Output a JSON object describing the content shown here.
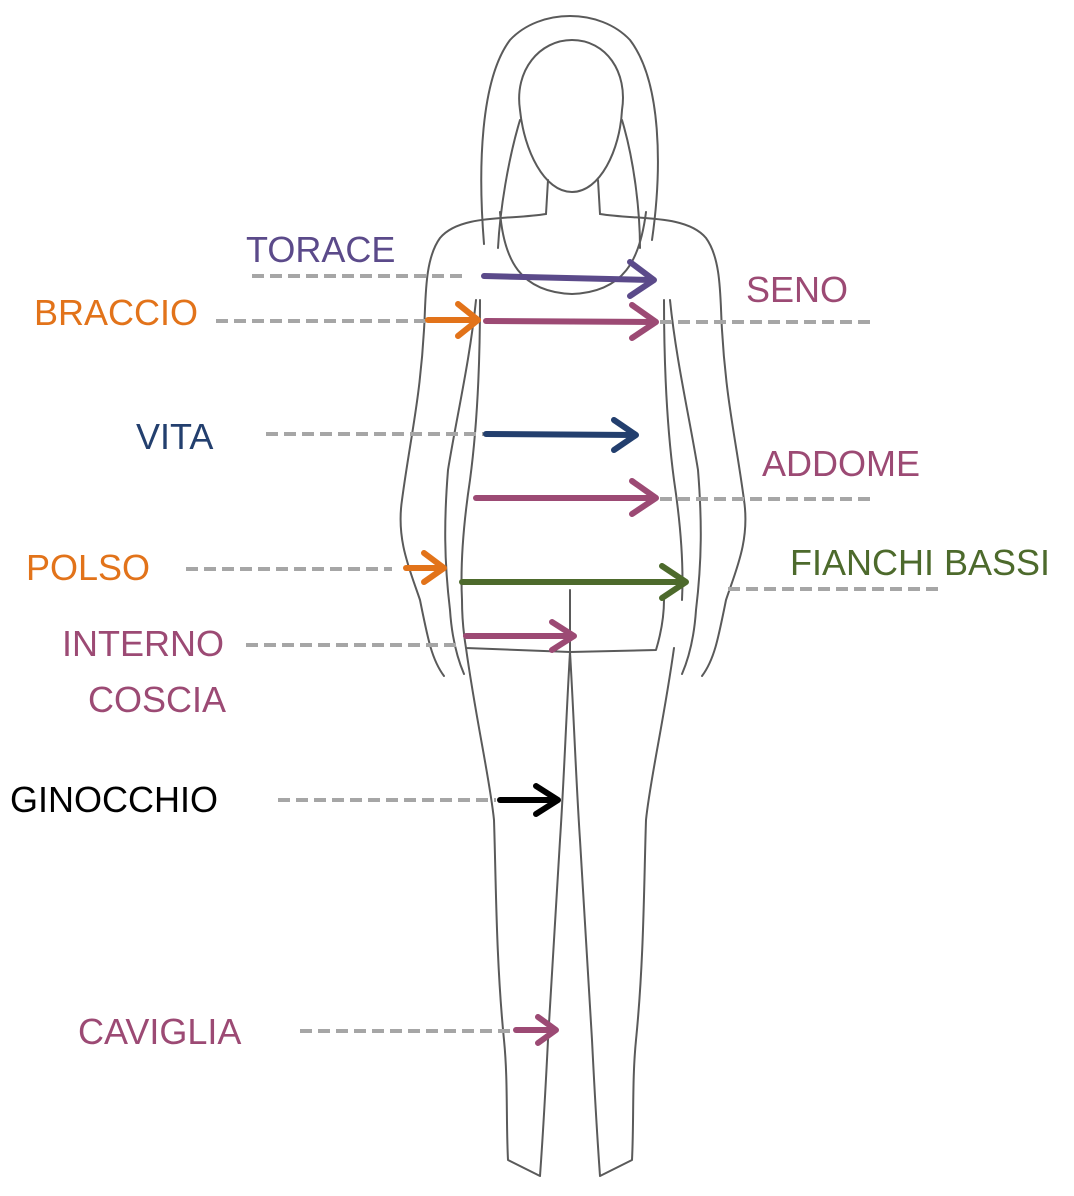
{
  "labels": {
    "torace": "TORACE",
    "seno": "SENO",
    "braccio": "BRACCIO",
    "vita": "VITA",
    "addome": "ADDOME",
    "polso": "POLSO",
    "fianchi_bassi": "FIANCHI BASSI",
    "interno_1": "INTERNO",
    "interno_2": "COSCIA",
    "ginocchio": "GINOCCHIO",
    "caviglia": "CAVIGLIA"
  },
  "colors": {
    "torace": "#5b4a8a",
    "seno": "#9c4a74",
    "braccio": "#e2731a",
    "vita": "#233f6e",
    "addome": "#9c4a74",
    "polso": "#e2731a",
    "fianchi_bassi": "#4d6a2c",
    "interno": "#9c4a74",
    "ginocchio": "#000000",
    "caviglia": "#9c4a74",
    "dash": "#a6a6a6",
    "figure": "#5a5a5a"
  }
}
